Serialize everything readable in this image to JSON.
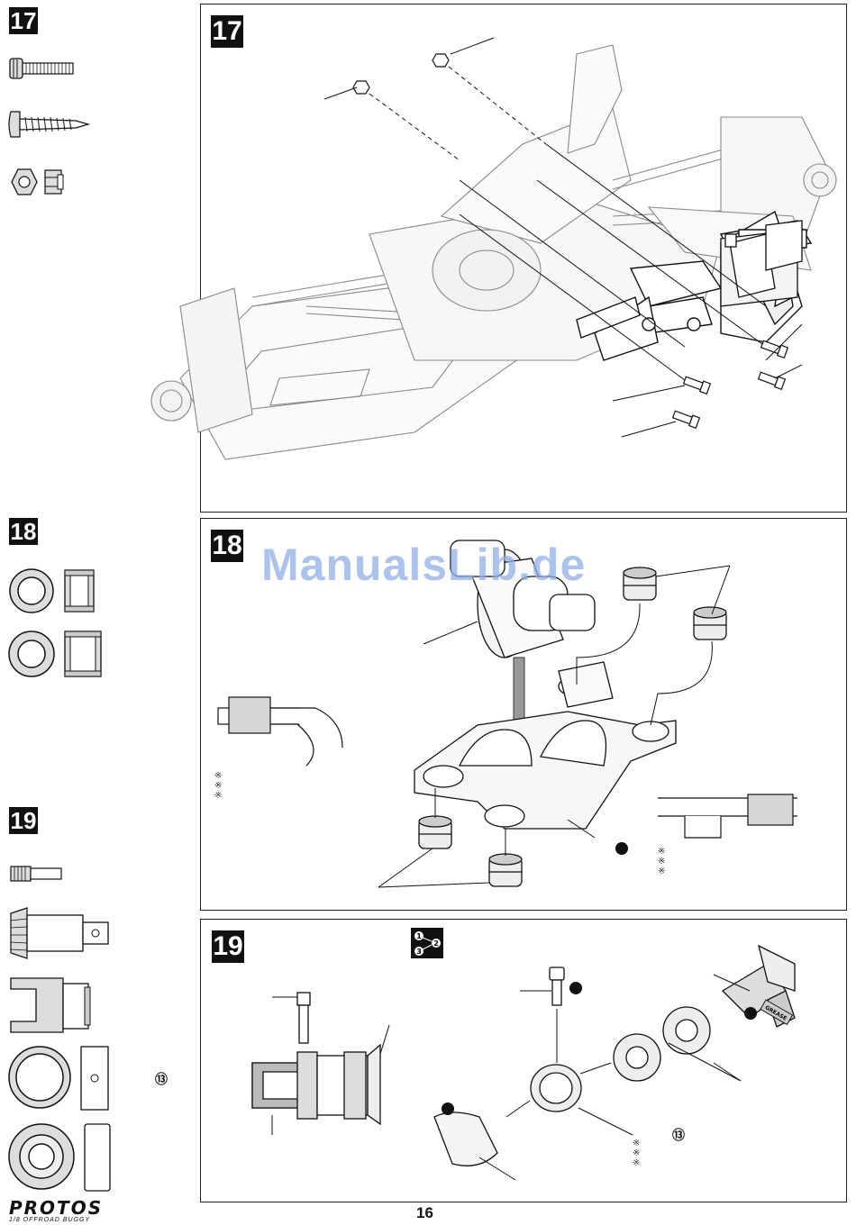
{
  "side_column": {
    "step17_label": "17",
    "step18_label": "18",
    "step19_label": "19",
    "ref_13": "⑬"
  },
  "panels": {
    "step17": {
      "label": "17"
    },
    "step18": {
      "label": "18",
      "notes": [
        "※",
        "※",
        "※"
      ],
      "notes_right": [
        "※",
        "※",
        "※"
      ]
    },
    "step19": {
      "label": "19",
      "ref_13": "⑬",
      "notes": [
        "※",
        "※",
        "※"
      ],
      "grease_label": "GREASE"
    }
  },
  "watermark": "ManualsLib.de",
  "footer": {
    "page_number": "16",
    "logo_main": "PROTOS",
    "logo_sub": "1/8 OFFROAD BUGGY"
  },
  "colors": {
    "ink": "#111111",
    "gray_fill": "#cfcfcf",
    "watermark": "#8fb0e8"
  }
}
